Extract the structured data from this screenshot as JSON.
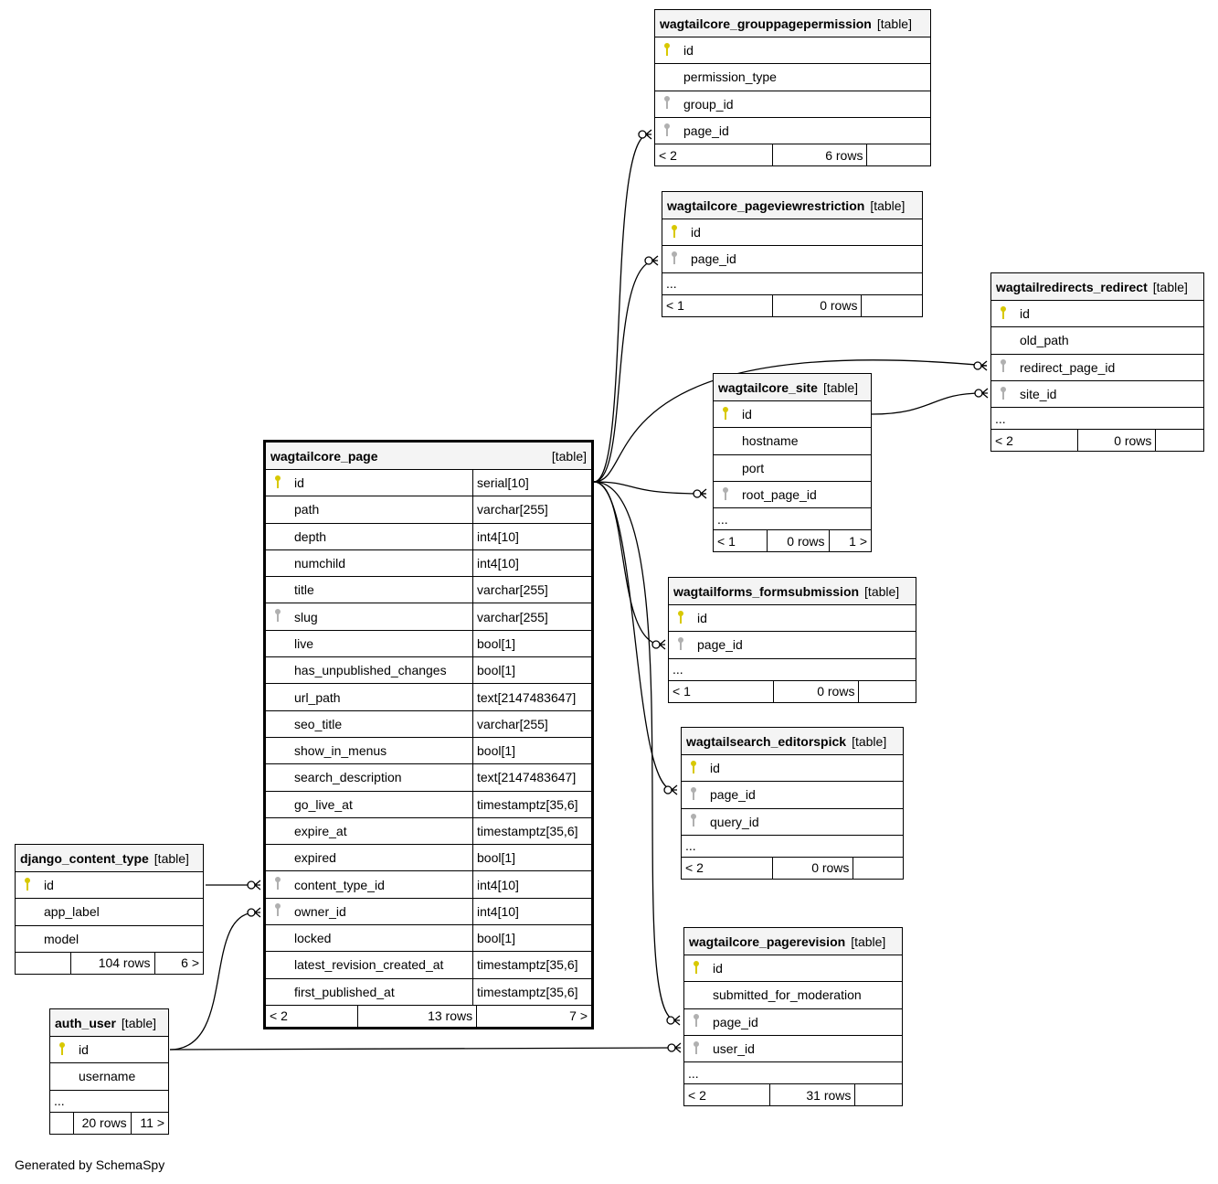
{
  "footer": "Generated by SchemaSpy",
  "colors": {
    "primary_key": "#d8c800",
    "foreign_key": "#b0b0b0",
    "header_bg": "#f4f4f4"
  },
  "tables": {
    "grouppagepermission": {
      "name": "wagtailcore_grouppagepermission",
      "type": "[table]",
      "columns": [
        {
          "name": "id",
          "key": "pk"
        },
        {
          "name": "permission_type",
          "key": ""
        },
        {
          "name": "group_id",
          "key": "fk"
        },
        {
          "name": "page_id",
          "key": "fk"
        }
      ],
      "footer": {
        "parents": "< 2",
        "rows": "6 rows",
        "children": ""
      }
    },
    "pageviewrestriction": {
      "name": "wagtailcore_pageviewrestriction",
      "type": "[table]",
      "columns": [
        {
          "name": "id",
          "key": "pk"
        },
        {
          "name": "page_id",
          "key": "fk"
        }
      ],
      "ellipsis": "...",
      "footer": {
        "parents": "< 1",
        "rows": "0 rows",
        "children": ""
      }
    },
    "redirect": {
      "name": "wagtailredirects_redirect",
      "type": "[table]",
      "columns": [
        {
          "name": "id",
          "key": "pk"
        },
        {
          "name": "old_path",
          "key": ""
        },
        {
          "name": "redirect_page_id",
          "key": "fk"
        },
        {
          "name": "site_id",
          "key": "fk"
        }
      ],
      "ellipsis": "...",
      "footer": {
        "parents": "< 2",
        "rows": "0 rows",
        "children": ""
      }
    },
    "site": {
      "name": "wagtailcore_site",
      "type": "[table]",
      "columns": [
        {
          "name": "id",
          "key": "pk"
        },
        {
          "name": "hostname",
          "key": ""
        },
        {
          "name": "port",
          "key": ""
        },
        {
          "name": "root_page_id",
          "key": "fk"
        }
      ],
      "ellipsis": "...",
      "footer": {
        "parents": "< 1",
        "rows": "0 rows",
        "children": "1 >"
      }
    },
    "formsubmission": {
      "name": "wagtailforms_formsubmission",
      "type": "[table]",
      "columns": [
        {
          "name": "id",
          "key": "pk"
        },
        {
          "name": "page_id",
          "key": "fk"
        }
      ],
      "ellipsis": "...",
      "footer": {
        "parents": "< 1",
        "rows": "0 rows",
        "children": ""
      }
    },
    "editorspick": {
      "name": "wagtailsearch_editorspick",
      "type": "[table]",
      "columns": [
        {
          "name": "id",
          "key": "pk"
        },
        {
          "name": "page_id",
          "key": "fk"
        },
        {
          "name": "query_id",
          "key": "fk"
        }
      ],
      "ellipsis": "...",
      "footer": {
        "parents": "< 2",
        "rows": "0 rows",
        "children": ""
      }
    },
    "pagerevision": {
      "name": "wagtailcore_pagerevision",
      "type": "[table]",
      "columns": [
        {
          "name": "id",
          "key": "pk"
        },
        {
          "name": "submitted_for_moderation",
          "key": ""
        },
        {
          "name": "page_id",
          "key": "fk"
        },
        {
          "name": "user_id",
          "key": "fk"
        }
      ],
      "ellipsis": "...",
      "footer": {
        "parents": "< 2",
        "rows": "31 rows",
        "children": ""
      }
    },
    "content_type": {
      "name": "django_content_type",
      "type": "[table]",
      "columns": [
        {
          "name": "id",
          "key": "pk"
        },
        {
          "name": "app_label",
          "key": ""
        },
        {
          "name": "model",
          "key": ""
        }
      ],
      "footer": {
        "parents": "",
        "rows": "104 rows",
        "children": "6 >"
      }
    },
    "auth_user": {
      "name": "auth_user",
      "type": "[table]",
      "columns": [
        {
          "name": "id",
          "key": "pk"
        },
        {
          "name": "username",
          "key": ""
        }
      ],
      "ellipsis": "...",
      "footer": {
        "parents": "",
        "rows": "20 rows",
        "children": "11 >"
      }
    },
    "page": {
      "name": "wagtailcore_page",
      "type": "[table]",
      "columns": [
        {
          "name": "id",
          "type": "serial[10]",
          "key": "pk"
        },
        {
          "name": "path",
          "type": "varchar[255]",
          "key": ""
        },
        {
          "name": "depth",
          "type": "int4[10]",
          "key": ""
        },
        {
          "name": "numchild",
          "type": "int4[10]",
          "key": ""
        },
        {
          "name": "title",
          "type": "varchar[255]",
          "key": ""
        },
        {
          "name": "slug",
          "type": "varchar[255]",
          "key": "fk"
        },
        {
          "name": "live",
          "type": "bool[1]",
          "key": ""
        },
        {
          "name": "has_unpublished_changes",
          "type": "bool[1]",
          "key": ""
        },
        {
          "name": "url_path",
          "type": "text[2147483647]",
          "key": ""
        },
        {
          "name": "seo_title",
          "type": "varchar[255]",
          "key": ""
        },
        {
          "name": "show_in_menus",
          "type": "bool[1]",
          "key": ""
        },
        {
          "name": "search_description",
          "type": "text[2147483647]",
          "key": ""
        },
        {
          "name": "go_live_at",
          "type": "timestamptz[35,6]",
          "key": ""
        },
        {
          "name": "expire_at",
          "type": "timestamptz[35,6]",
          "key": ""
        },
        {
          "name": "expired",
          "type": "bool[1]",
          "key": ""
        },
        {
          "name": "content_type_id",
          "type": "int4[10]",
          "key": "fk"
        },
        {
          "name": "owner_id",
          "type": "int4[10]",
          "key": "fk"
        },
        {
          "name": "locked",
          "type": "bool[1]",
          "key": ""
        },
        {
          "name": "latest_revision_created_at",
          "type": "timestamptz[35,6]",
          "key": ""
        },
        {
          "name": "first_published_at",
          "type": "timestamptz[35,6]",
          "key": ""
        }
      ],
      "footer": {
        "parents": "< 2",
        "rows": "13 rows",
        "children": "7 >"
      }
    }
  }
}
